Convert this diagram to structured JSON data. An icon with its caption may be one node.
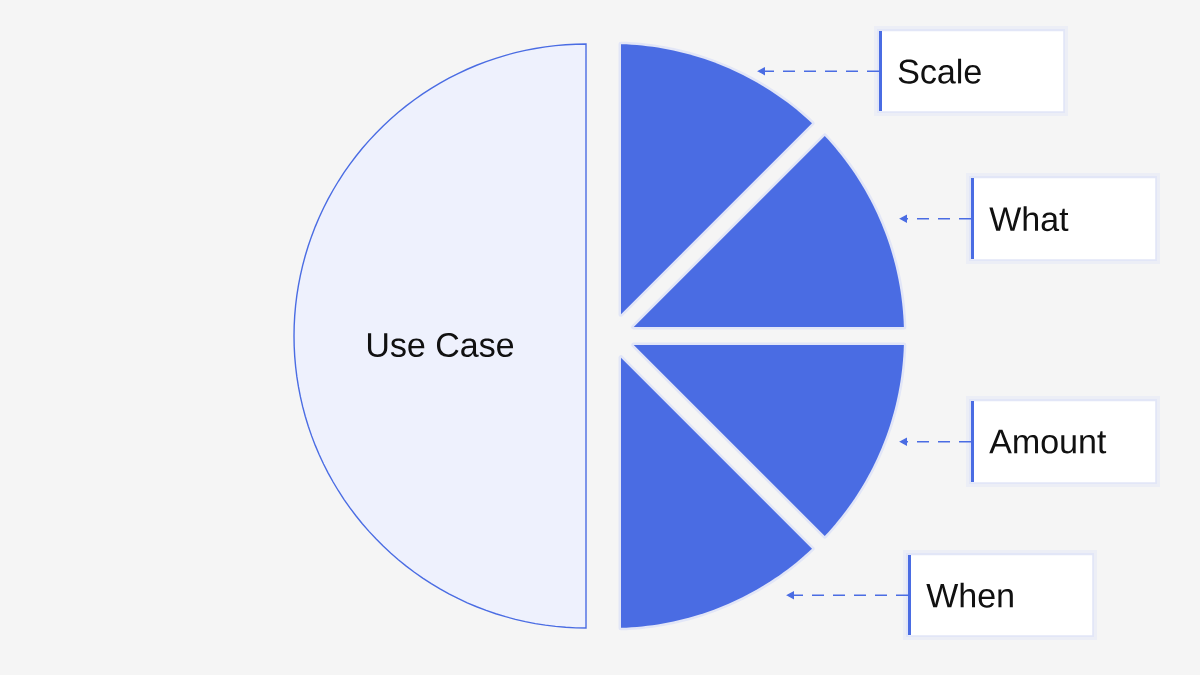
{
  "diagram": {
    "nodes": [
      {
        "text": [
          "Use Case"
        ]
      },
      {
        "text": [],
        "shape": "wedge"
      },
      {
        "text": [],
        "shape": "wedge"
      },
      {
        "text": [],
        "shape": "wedge"
      },
      {
        "text": [],
        "shape": "wedge"
      },
      {
        "text": [
          "Scale"
        ]
      },
      {
        "text": [
          "What"
        ]
      },
      {
        "text": [
          "Amount"
        ]
      },
      {
        "text": [
          "When"
        ]
      }
    ],
    "edges": [
      {
        "from": 5,
        "to": 1,
        "arrow": "to",
        "style": "dashed"
      },
      {
        "from": 6,
        "to": 2,
        "arrow": "to",
        "style": "dashed"
      },
      {
        "from": 7,
        "to": 3,
        "arrow": "to",
        "style": "dashed"
      },
      {
        "from": 8,
        "to": 4,
        "arrow": "to",
        "style": "dashed"
      }
    ]
  }
}
